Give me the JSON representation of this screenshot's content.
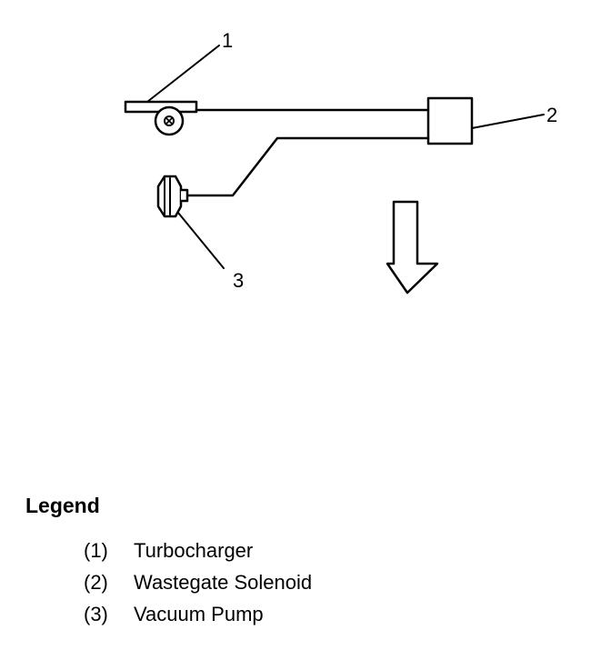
{
  "callouts": {
    "c1": "1",
    "c2": "2",
    "c3": "3"
  },
  "legend": {
    "title": "Legend",
    "items": [
      {
        "num": "(1)",
        "label": "Turbocharger"
      },
      {
        "num": "(2)",
        "label": "Wastegate Solenoid"
      },
      {
        "num": "(3)",
        "label": "Vacuum Pump"
      }
    ]
  },
  "colors": {
    "ink": "#000000",
    "background": "#ffffff"
  },
  "icons": {
    "flow_arrow": "down-arrow-icon"
  }
}
